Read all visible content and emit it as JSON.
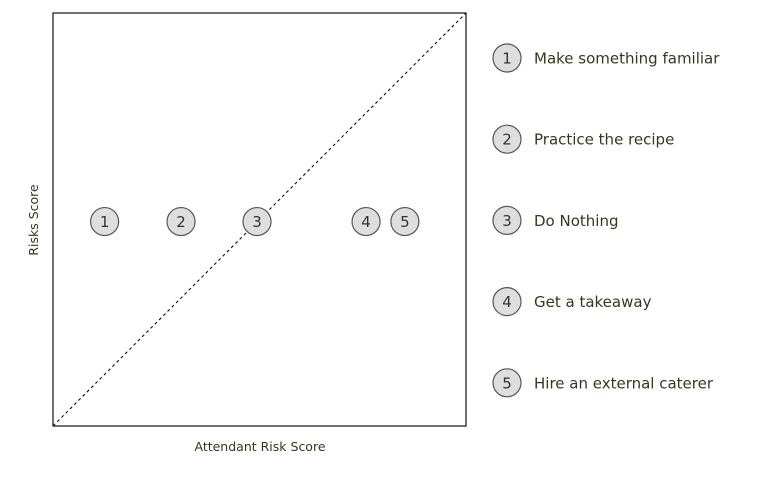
{
  "chart_data": {
    "type": "scatter",
    "title": "",
    "xlabel": "Attendant Risk Score",
    "ylabel": "Risks Score",
    "xlim": [
      0,
      1
    ],
    "ylim": [
      0,
      1
    ],
    "grid": false,
    "reference_line": "y = x (dashed)",
    "legend_placement": "right",
    "points": [
      {
        "label": "1",
        "x": 0.125,
        "y": 0.495
      },
      {
        "label": "2",
        "x": 0.31,
        "y": 0.495
      },
      {
        "label": "3",
        "x": 0.494,
        "y": 0.495
      },
      {
        "label": "4",
        "x": 0.758,
        "y": 0.495
      },
      {
        "label": "5",
        "x": 0.852,
        "y": 0.495
      }
    ],
    "legend": [
      {
        "label": "1",
        "text": "Make something familiar"
      },
      {
        "label": "2",
        "text": "Practice the recipe"
      },
      {
        "label": "3",
        "text": "Do Nothing"
      },
      {
        "label": "4",
        "text": "Get a takeaway"
      },
      {
        "label": "5",
        "text": "Hire an external caterer"
      }
    ]
  },
  "colors": {
    "marker_fill": "#dedede",
    "marker_stroke": "#555555",
    "label_text": "#2f3b1e"
  }
}
